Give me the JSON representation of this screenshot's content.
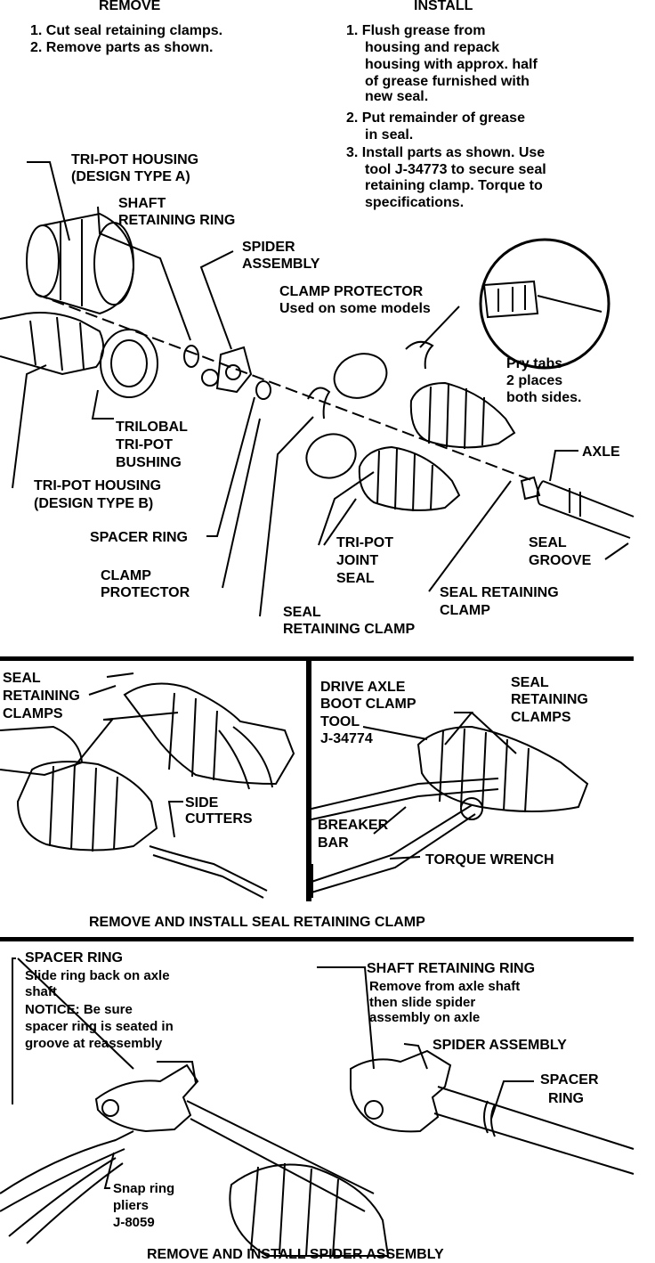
{
  "remove": {
    "heading": "REMOVE",
    "step1": "1. Cut seal retaining clamps.",
    "step2": "2. Remove parts as shown."
  },
  "install": {
    "heading": "INSTALL",
    "step1_a": "1. Flush grease from",
    "step1_b": "housing and repack",
    "step1_c": "housing with approx. half",
    "step1_d": "of grease furnished with",
    "step1_e": "new seal.",
    "step2_a": "2. Put remainder of grease",
    "step2_b": "in seal.",
    "step3_a": "3. Install parts as shown. Use",
    "step3_b": "tool J-34773 to secure seal",
    "step3_c": "retaining clamp. Torque to",
    "step3_d": "specifications."
  },
  "top_labels": {
    "housing_a_1": "TRI-POT HOUSING",
    "housing_a_2": "(DESIGN TYPE A)",
    "shaft_ring_1": "SHAFT",
    "shaft_ring_2": "RETAINING RING",
    "spider_1": "SPIDER",
    "spider_2": "ASSEMBLY",
    "clamp_prot_1": "CLAMP PROTECTOR",
    "clamp_prot_2": "Used on some models",
    "pry_1": "Pry tabs",
    "pry_2": "2 places",
    "pry_3": "both sides.",
    "axle": "AXLE",
    "trilobal_1": "TRILOBAL",
    "trilobal_2": "TRI-POT",
    "trilobal_3": "BUSHING",
    "housing_b_1": "TRI-POT HOUSING",
    "housing_b_2": "(DESIGN TYPE B)",
    "spacer": "SPACER RING",
    "joint_seal_1": "TRI-POT",
    "joint_seal_2": "JOINT",
    "joint_seal_3": "SEAL",
    "seal_groove_1": "SEAL",
    "seal_groove_2": "GROOVE",
    "clamp_protector_1": "CLAMP",
    "clamp_protector_2": "PROTECTOR",
    "seal_ret_clamp_r_1": "SEAL RETAINING",
    "seal_ret_clamp_r_2": "CLAMP",
    "seal_ret_clamp_c_1": "SEAL",
    "seal_ret_clamp_c_2": "RETAINING CLAMP"
  },
  "middle": {
    "left_clamps_1": "SEAL",
    "left_clamps_2": "RETAINING",
    "left_clamps_3": "CLAMPS",
    "side_cutters_1": "SIDE",
    "side_cutters_2": "CUTTERS",
    "tool_1": "DRIVE AXLE",
    "tool_2": "BOOT CLAMP",
    "tool_3": "TOOL",
    "tool_4": "J-34774",
    "right_clamps_1": "SEAL",
    "right_clamps_2": "RETAINING",
    "right_clamps_3": "CLAMPS",
    "breaker_1": "BREAKER",
    "breaker_2": "BAR",
    "torque": "TORQUE WRENCH",
    "caption": "REMOVE AND INSTALL SEAL RETAINING CLAMP"
  },
  "bottom": {
    "spacer_ring": "SPACER RING",
    "slide_1": "Slide ring back on axle",
    "slide_2": "shaft",
    "notice_1": "NOTICE: Be sure",
    "notice_2": "spacer ring is seated in",
    "notice_3": "groove at reassembly",
    "shaft_ring": "SHAFT RETAINING RING",
    "shaft_note_1": "Remove from axle shaft",
    "shaft_note_2": "then slide spider",
    "shaft_note_3": "assembly on axle",
    "spider": "SPIDER ASSEMBLY",
    "spacer_r_1": "SPACER",
    "spacer_r_2": "RING",
    "pliers_1": "Snap ring",
    "pliers_2": "pliers",
    "pliers_3": "J-8059",
    "caption": "REMOVE AND INSTALL SPIDER ASSEMBLY"
  }
}
